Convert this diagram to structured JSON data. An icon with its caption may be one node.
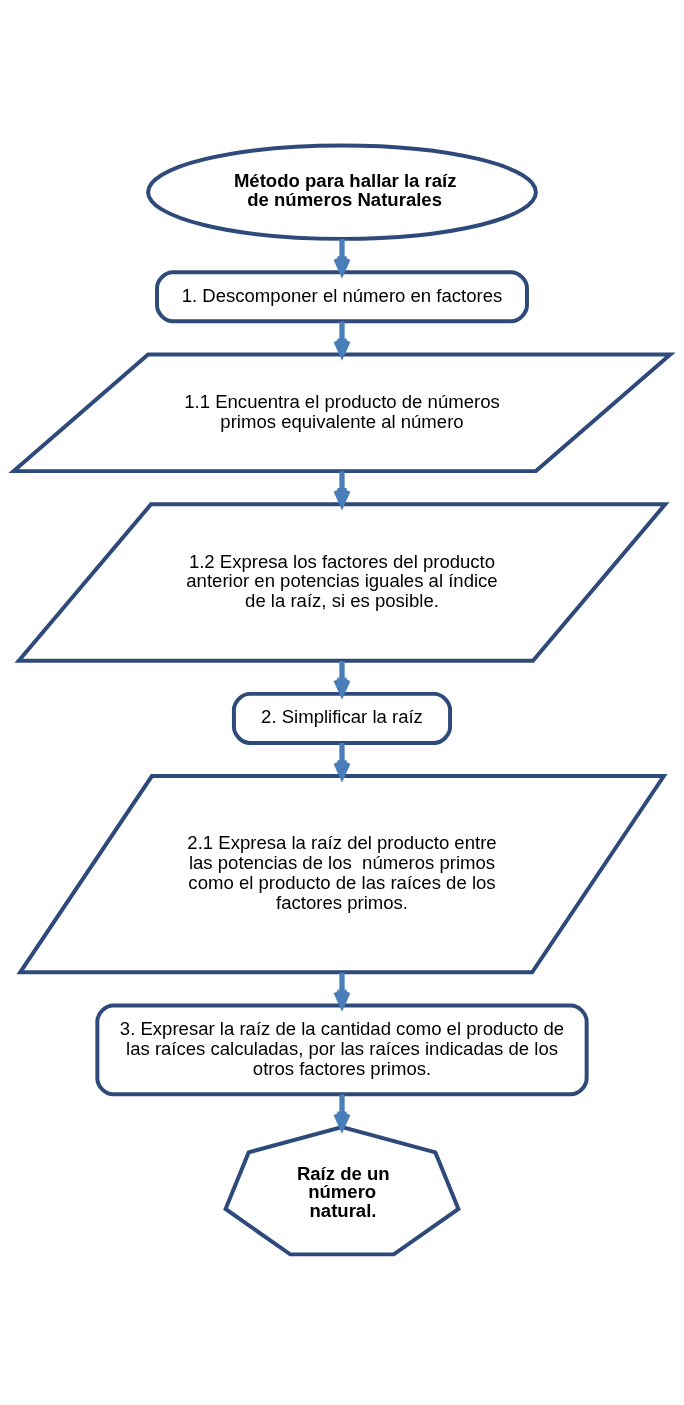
{
  "diagram": {
    "nodes": [
      {
        "text": [
          "Método para hallar la raíz de números Naturales"
        ]
      },
      {
        "text": [
          "1. Descomponer el número en factores"
        ]
      },
      {
        "text": [
          "1.1 Encuentra el producto de números primos equivalente al número"
        ]
      },
      {
        "text": [
          "1.2 Expresa los factores del producto anterior en potencias iguales al índice de la raíz, si es posible."
        ]
      },
      {
        "text": [
          "2. Simplificar la raíz"
        ]
      },
      {
        "text": [
          "2.1 Expresa la raíz del producto entre las potencias de los  números primos como el producto de las raíces de los factores primos."
        ]
      },
      {
        "text": [
          "3. Expresar la raíz de la cantidad como el producto de las raíces calculadas, por las raíces indicadas de los otros factores primos."
        ]
      },
      {
        "text": [
          "Raíz de un número natural."
        ]
      }
    ],
    "edges": [
      {
        "from": 0,
        "to": 1,
        "arrow": "to"
      },
      {
        "from": 1,
        "to": 2,
        "arrow": "to"
      },
      {
        "from": 2,
        "to": 3,
        "arrow": "to"
      },
      {
        "from": 3,
        "to": 4,
        "arrow": "to"
      },
      {
        "from": 4,
        "to": 5,
        "arrow": "to"
      },
      {
        "from": 5,
        "to": 6,
        "arrow": "to"
      },
      {
        "from": 6,
        "to": 7,
        "arrow": "to"
      }
    ]
  }
}
